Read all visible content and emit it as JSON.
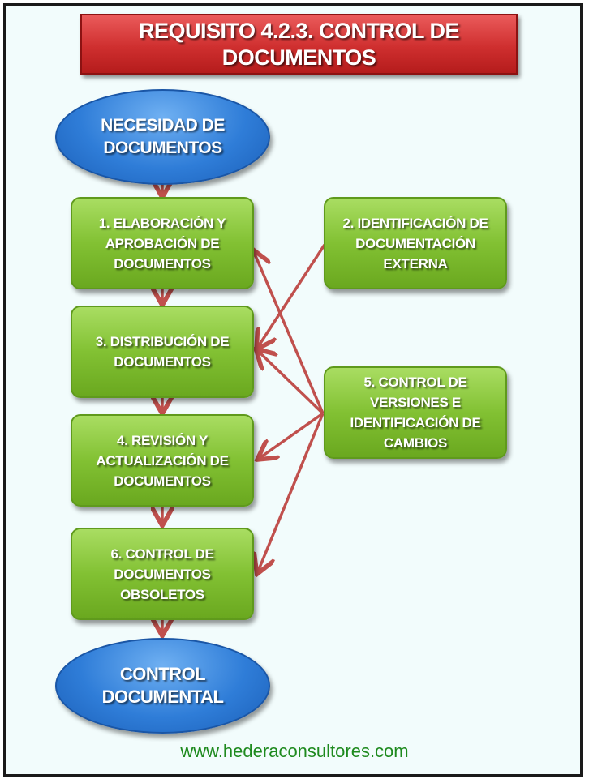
{
  "title": "REQUISITO 4.2.3. CONTROL DE DOCUMENTOS",
  "start_node": "NECESIDAD DE DOCUMENTOS",
  "end_node": "CONTROL DOCUMENTAL",
  "steps": {
    "step1": "1. ELABORACIÓN Y APROBACIÓN DE DOCUMENTOS",
    "step2": "2. IDENTIFICACIÓN DE DOCUMENTACIÓN EXTERNA",
    "step3": "3. DISTRIBUCIÓN DE DOCUMENTOS",
    "step4": "4. REVISIÓN Y ACTUALIZACIÓN DE DOCUMENTOS",
    "step5": "5. CONTROL DE VERSIONES E IDENTIFICACIÓN DE CAMBIOS",
    "step6": "6. CONTROL DE DOCUMENTOS OBSOLETOS"
  },
  "footer": "www.hederaconsultores.com",
  "colors": {
    "title_red": "#cf2f2f",
    "oval_blue": "#2f7dd8",
    "box_green": "#82c133",
    "arrow": "#c0504d",
    "footer_green": "#1e8a1e",
    "background": "#f2fcfc"
  }
}
